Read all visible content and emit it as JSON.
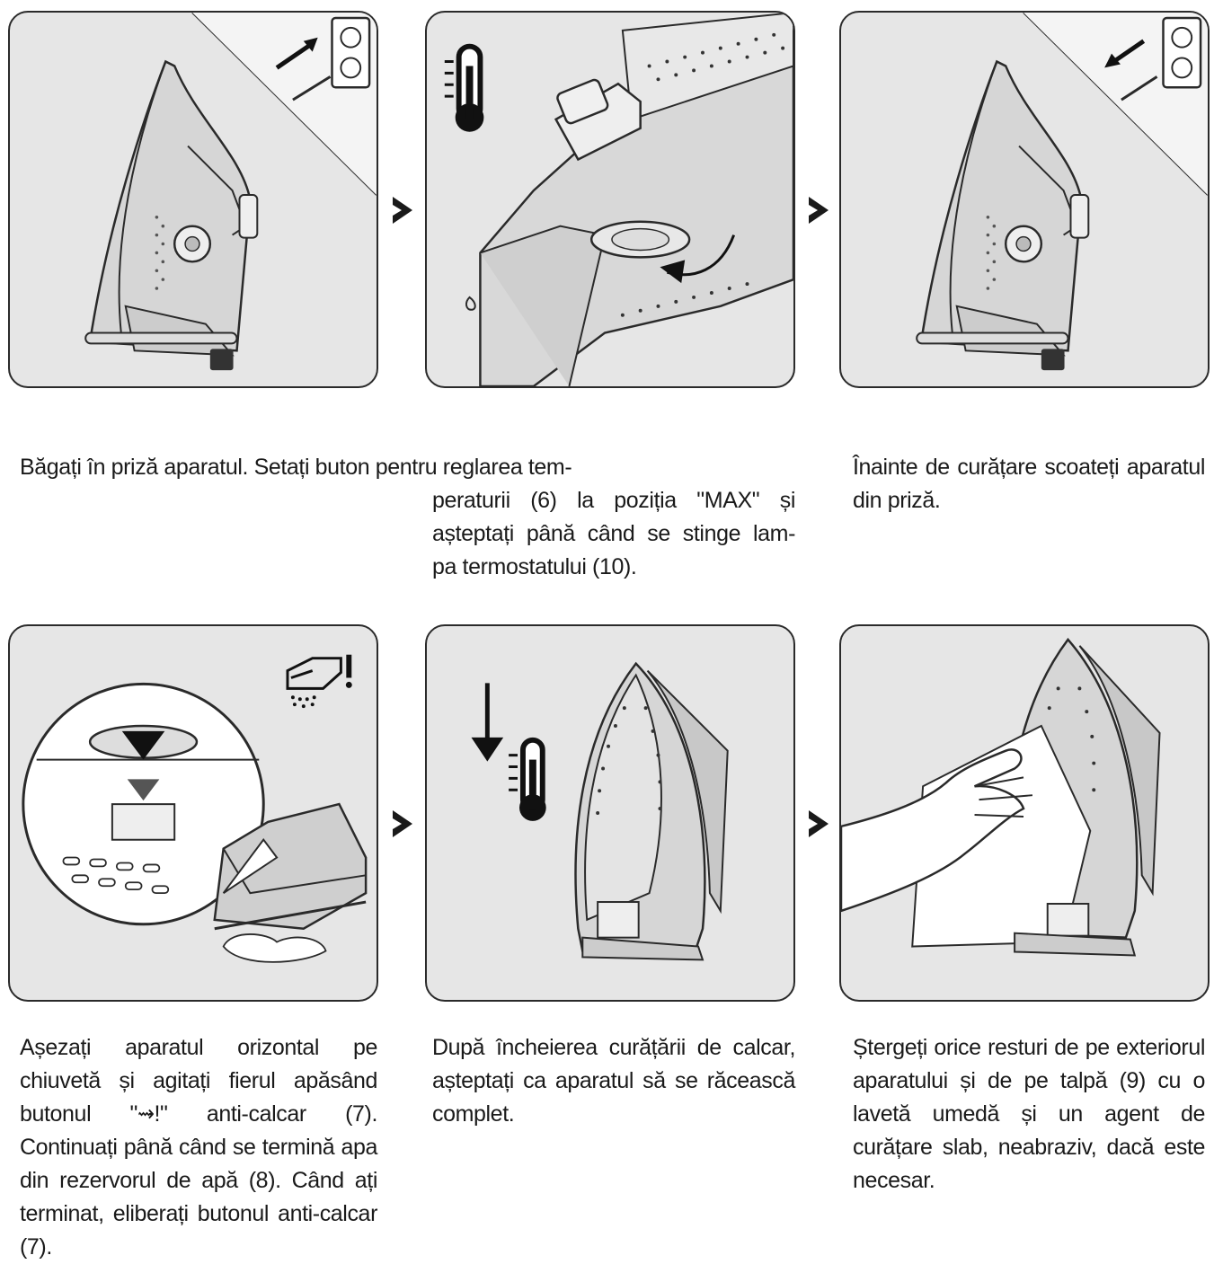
{
  "captions": {
    "step1_line1": "Băgați în priză aparatul. Setați buton pentru reglarea tem-",
    "step1_line2": "peraturii (6) la poziția \"MAX\" și",
    "step1_line3": "așteptați până când se stinge lam-",
    "step1_line4": "pa termostatului (10).",
    "step3": "Înainte de curățare scoateți aparatul din priză.",
    "step4": "Așezați aparatul orizontal pe chiuvetă și agitați fierul apăsând butonul \"⇝!\" anti-calcar (7). Continuați până când se termină apa din rezervorul de apă (8). Când ați terminat, eliberați butonul anti-calcar (7).",
    "step5": "După încheierea curățării de calcar, așteptați ca aparatul să se răcească complet.",
    "step6": "Ștergeți orice resturi de pe exteriorul aparatului și de pe talpă (9) cu o lavetă umedă și un agent de curățare slab, neabraziv, dacă este necesar."
  },
  "icons": {
    "step1": "iron-upright-plug-in-icon",
    "step2": "thermostat-dial-max-icon",
    "step3": "iron-upright-unplug-icon",
    "step4": "anti-calc-sink-icon",
    "step5": "cool-down-thermometer-icon",
    "step6": "wipe-soleplate-icon",
    "arrow": "chevron-right-icon"
  },
  "colors": {
    "panel_bg": "#e6e6e6",
    "stroke": "#2a2a2a",
    "text": "#1a1a1a"
  }
}
